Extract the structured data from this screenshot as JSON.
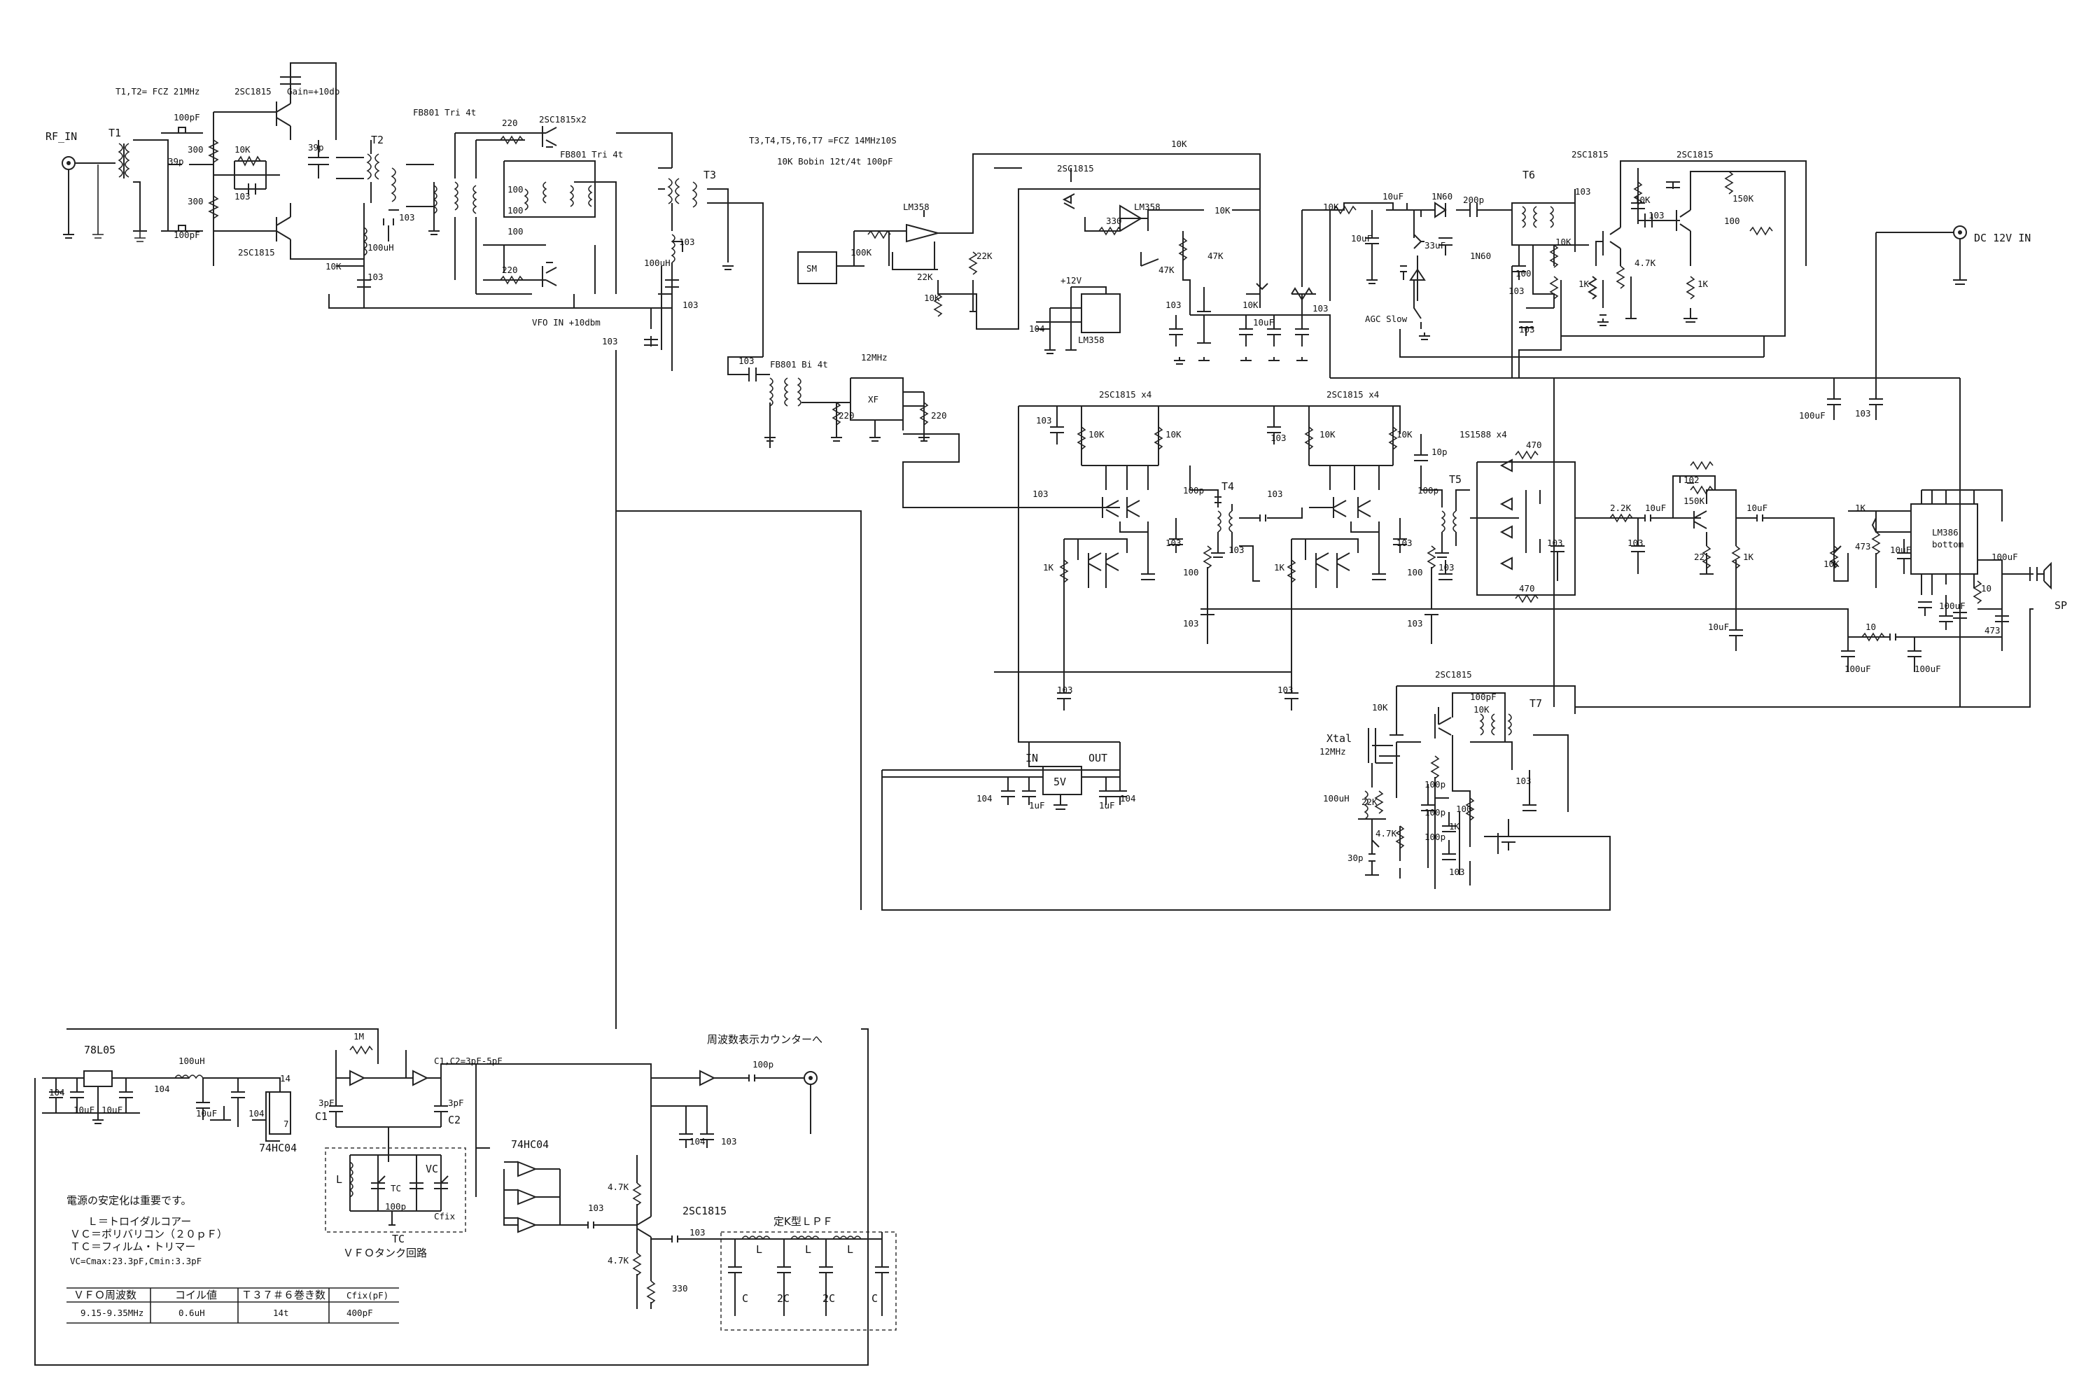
{
  "labels": {
    "rf_in": "RF_IN",
    "t1": "T1",
    "t2": "T2",
    "t3": "T3",
    "t1t2_note": "T1,T2= FCZ 21MHz",
    "q_mix1": "2SC1815",
    "gain": "Gain=+10db",
    "q_mix2": "2SC1815",
    "fb801_1": "FB801 Tri 4t",
    "fb801_2": "FB801 Tri 4t",
    "q_x2": "2SC1815x2",
    "vfo_in": "VFO IN +10dbm",
    "t_note1": "T3,T4,T5,T6,T7 =FCZ 14MHz10S",
    "t_note2": "10K Bobin 12t/4t 100pF",
    "fb801_bi": "FB801 Bi 4t",
    "xf_freq": "12MHz",
    "xf": "XF",
    "sm": "SM",
    "lm358_a": "LM358",
    "lm358_b": "LM358",
    "lm358_c": "LM358",
    "q_agc": "2SC1815",
    "plus12": "+12V",
    "agc_slow": "AGC Slow",
    "d_1n60a": "1N60",
    "d_1n60b": "1N60",
    "t6": "T6",
    "q_t6a": "2SC1815",
    "q_t6b": "2SC1815",
    "dc12": "DC 12V IN",
    "if1": "2SC1815 x4",
    "if2": "2SC1815 x4",
    "t4": "T4",
    "t5": "T5",
    "det": "1S1588 x4",
    "lm386": "LM386",
    "lm386_b": "bottom",
    "sp": "SP",
    "bfo_q": "2SC1815",
    "t7": "T7",
    "xtal": "Xtal",
    "xtal_f": "12MHz",
    "reg_in": "IN",
    "reg_out": "OUT",
    "reg_5v": "5V",
    "r78l05": "78L05",
    "hc04_a": "74HC04",
    "hc04_b": "74HC04",
    "pin14": "14",
    "pin7": "7",
    "c1c2": "C1,C2=3pF-5pF",
    "counter": "周波数表示カウンターへ",
    "c1": "C1",
    "c2": "C2",
    "one_m": "1M",
    "three_pf_a": "3pF",
    "three_pf_b": "3pF",
    "tank": "ＶＦＯタンク回路",
    "tank_l": "L",
    "tank_tc": "TC",
    "tank_tc2": "TC",
    "tank_vc": "VC",
    "tank_100p": "100p",
    "tank_cfix": "Cfix",
    "vfo_q": "2SC1815",
    "lpf": "定K型ＬＰＦ",
    "lpf_L": "L",
    "lpf_C": "C",
    "lpf_2C": "2C",
    "note1": "電源の安定化は重要です。",
    "note2": "Ｌ＝トロイダルコアー",
    "note3": "ＶＣ＝ポリバリコン（２０ｐＦ）",
    "note4": "ＴＣ＝フィルム・トリマー",
    "note5": "VC=Cmax:23.3pF,Cmin:3.3pF"
  },
  "table": {
    "headers": [
      "ＶＦＯ周波数",
      "コイル値",
      "Ｔ３７＃６巻き数",
      "Cfix(pF)"
    ],
    "row": [
      "9.15-9.35MHz",
      "0.6uH",
      "14t",
      "400pF"
    ]
  },
  "values": {
    "r10k": "10K",
    "r300": "300",
    "c103": "103",
    "c100p": "100pF",
    "c39p": "39p",
    "c39p2": "39p",
    "l100u": "100uH",
    "r220": "220",
    "r100": "100",
    "r22k": "22K",
    "r100k": "100K",
    "r47k": "47K",
    "r330": "330",
    "c10u": "10uF",
    "c33u": "33uF",
    "c200p": "200p",
    "c104": "104",
    "r150k": "150K",
    "r4_7k": "4.7K",
    "r1k": "1K",
    "r470": "470",
    "r2_2k": "2.2K",
    "c102": "102",
    "r22": "22",
    "r10": "10",
    "c473": "473",
    "c100u": "100uF",
    "c1u": "1uF",
    "c30p": "30p",
    "c10p": "10p",
    "c100p_s": "100p",
    "c100pa": "100pF"
  }
}
